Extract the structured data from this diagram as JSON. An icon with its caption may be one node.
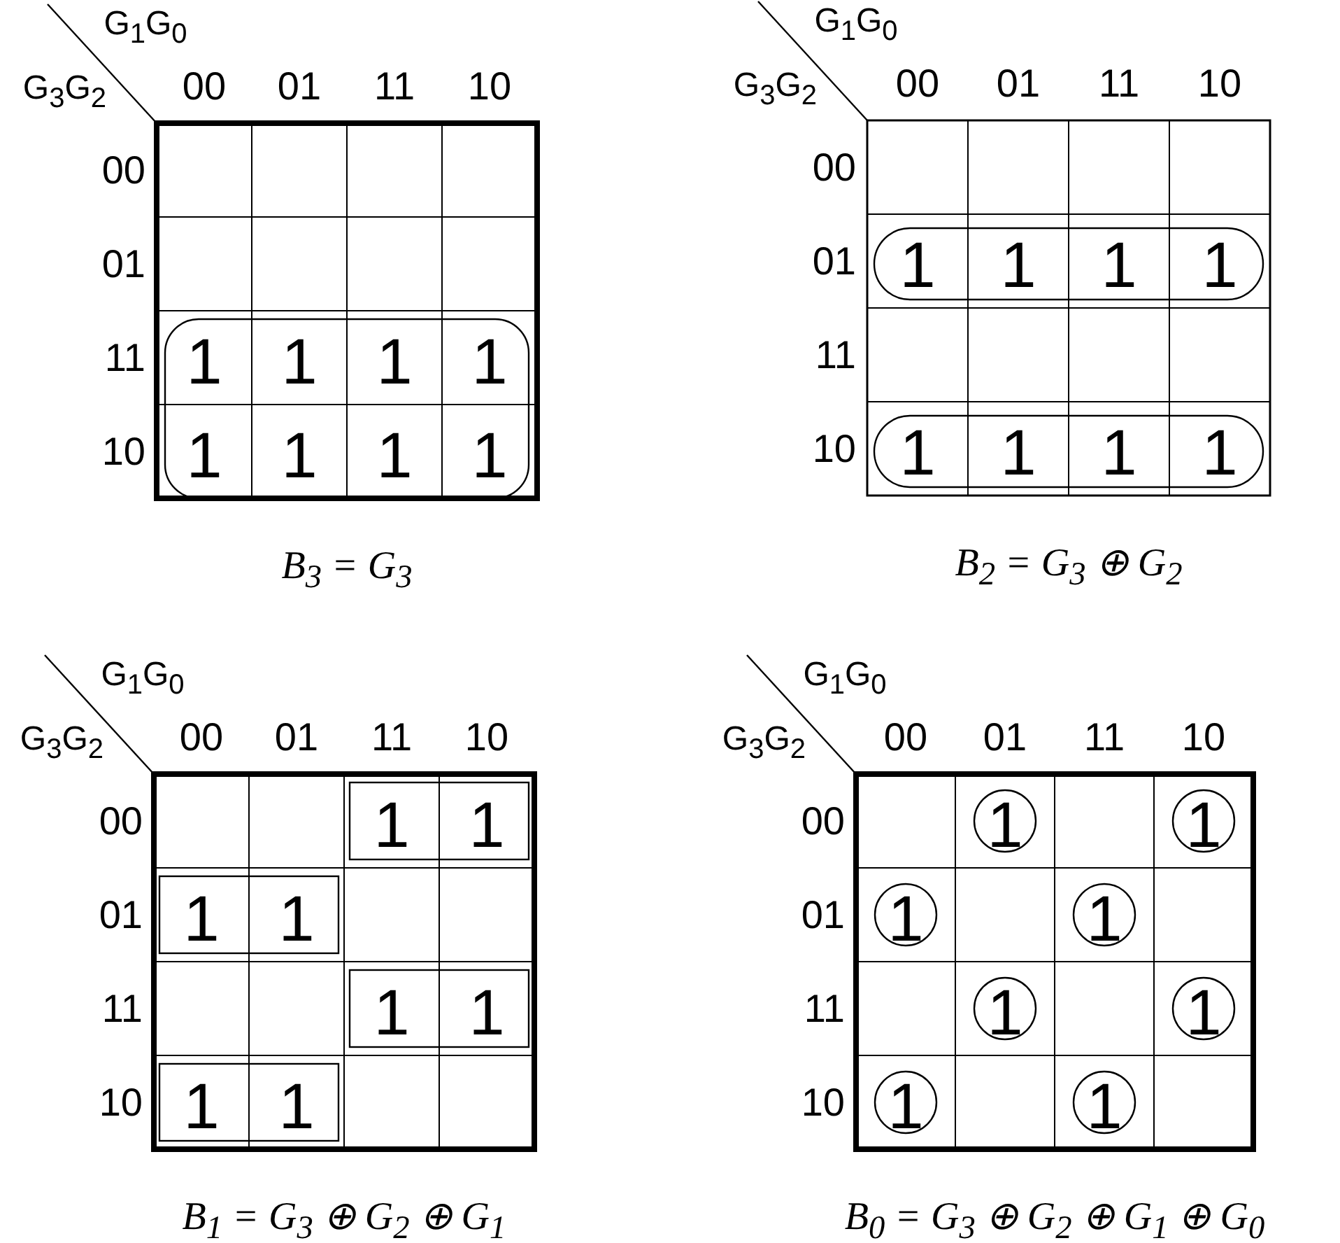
{
  "diagram": {
    "labels": [
      "G$_{1}$G$_{0}$",
      "G$_{3}$G$_{2}$",
      "00",
      "01",
      "11",
      "10",
      "00",
      "01",
      "11",
      "1",
      "1",
      "1",
      "1",
      "10",
      "1",
      "1",
      "1",
      "1",
      "B$_{3}$ = G$_{3}$",
      "G$_{1}$G$_{0}$",
      "G$_{3}$G$_{2}$",
      "00",
      "01",
      "11",
      "10",
      "00",
      "01",
      "1",
      "1",
      "1",
      "1",
      "11",
      "10",
      "1",
      "1",
      "1",
      "1",
      "B$_{2}$ = G$_{3}$ ⊕ G$_{2}$",
      "G$_{1}$G$_{0}$",
      "G$_{3}$G$_{2}$",
      "00",
      "01",
      "11",
      "10",
      "00",
      "1",
      "1",
      "01",
      "1",
      "1",
      "11",
      "1",
      "1",
      "10",
      "1",
      "1",
      "B$_{1}$ = G$_{3}$ ⊕ G$_{2}$ ⊕ G$_{1}$",
      "G$_{1}$G$_{0}$",
      "G$_{3}$G$_{2}$",
      "00",
      "01",
      "11",
      "10",
      "00",
      "1",
      "1",
      "01",
      "1",
      "1",
      "11",
      "1",
      "1",
      "10",
      "1",
      "1",
      "B$_{0}$ = G$_{3}$ ⊕ G$_{2}$ ⊕ G$_{1}$ ⊕ G$_{0}$"
    ]
  }
}
